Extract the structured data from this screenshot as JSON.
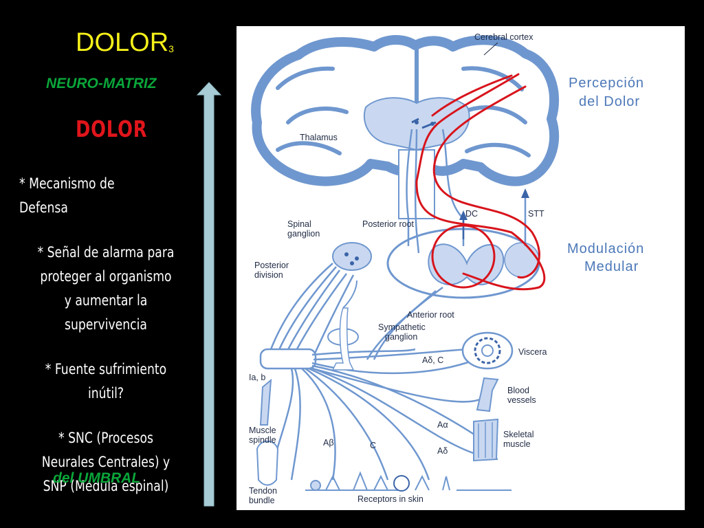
{
  "slide": {
    "title": "DOLOR",
    "title_sub": "3",
    "subtitle": "NEURO-MATRIZ",
    "heading": "DOLOR",
    "bullets": [
      "* Mecanismo de Defensa",
      "* Señal de alarma para proteger al organismo y aumentar la supervivencia",
      "* Fuente sufrimiento inútil?",
      "* SNC (Procesos Neurales Centrales) y SNP (Médula espinal)"
    ],
    "footer": "del  UMBRAL"
  },
  "diagram": {
    "labels": {
      "cerebral_cortex": "Cerebral cortex",
      "thalamus": "Thalamus",
      "dc": "DC",
      "stt": "STT",
      "spinal_ganglion_1": "Spinal",
      "spinal_ganglion_2": "ganglion",
      "posterior_root": "Posterior root",
      "posterior_division_1": "Posterior",
      "posterior_division_2": "division",
      "anterior_root": "Anterior root",
      "sympathetic_1": "Sympathetic",
      "sympathetic_2": "ganglion",
      "viscera": "Viscera",
      "adelta_c": "Aδ, C",
      "ia_b": "Ia, b",
      "blood_vessels_1": "Blood",
      "blood_vessels_2": "vessels",
      "aalpha": "Aα",
      "skeletal_1": "Skeletal",
      "skeletal_2": "muscle",
      "adelta": "Aδ",
      "abeta": "Aβ",
      "c": "C",
      "muscle_spindle_1": "Muscle",
      "muscle_spindle_2": "spindle",
      "tendon_1": "Tendon",
      "tendon_2": "bundle",
      "receptors": "Receptors in skin",
      "percepcion_1": "Percepción",
      "percepcion_2": "del Dolor",
      "modulacion_1": "Modulación",
      "modulacion_2": "Medular"
    },
    "colors": {
      "nerve": "#6f97cf",
      "tissue": "#c9d8f0",
      "pathway": "#d8141c",
      "accent_text": "#4c78b8"
    }
  }
}
